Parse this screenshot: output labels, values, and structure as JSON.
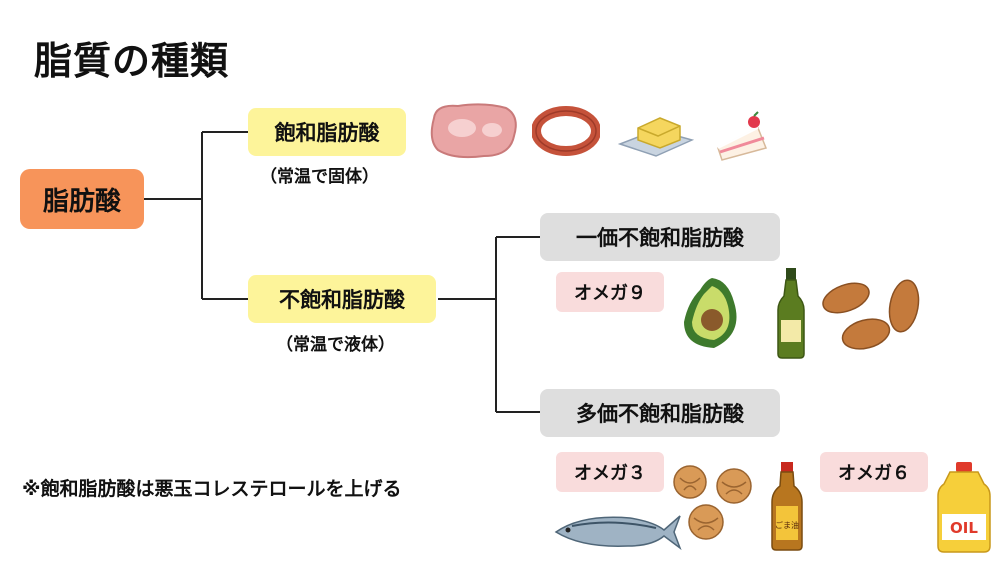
{
  "title": "脂質の種類",
  "root": "脂肪酸",
  "saturated": {
    "label": "飽和脂肪酸",
    "note": "（常温で固体）"
  },
  "unsaturated": {
    "label": "不飽和脂肪酸",
    "note": "（常温で液体）"
  },
  "mono": {
    "label": "一価不飽和脂肪酸",
    "omega": "オメガ９"
  },
  "poly": {
    "label": "多価不飽和脂肪酸",
    "omega3": "オメガ３",
    "omega6": "オメガ６"
  },
  "footnote": "※飽和脂肪酸は悪玉コレステロールを上げる",
  "sesame_label": "ごま油",
  "oil_label": "OIL",
  "colors": {
    "root": "#f7945a",
    "saturated_box": "#fdf49a",
    "mono_poly_box": "#dedede",
    "omega_box": "#f9dcdc"
  }
}
